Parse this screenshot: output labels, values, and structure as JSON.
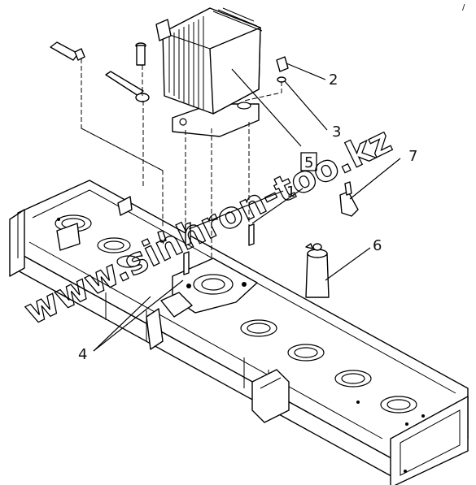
{
  "labels": {
    "l1": "1",
    "l2": "2",
    "l3": "3",
    "l4": "4",
    "l5": "5",
    "l6": "6",
    "l7": "7"
  },
  "watermark": "www.sinhron-too.kz",
  "corner_mark": "/"
}
